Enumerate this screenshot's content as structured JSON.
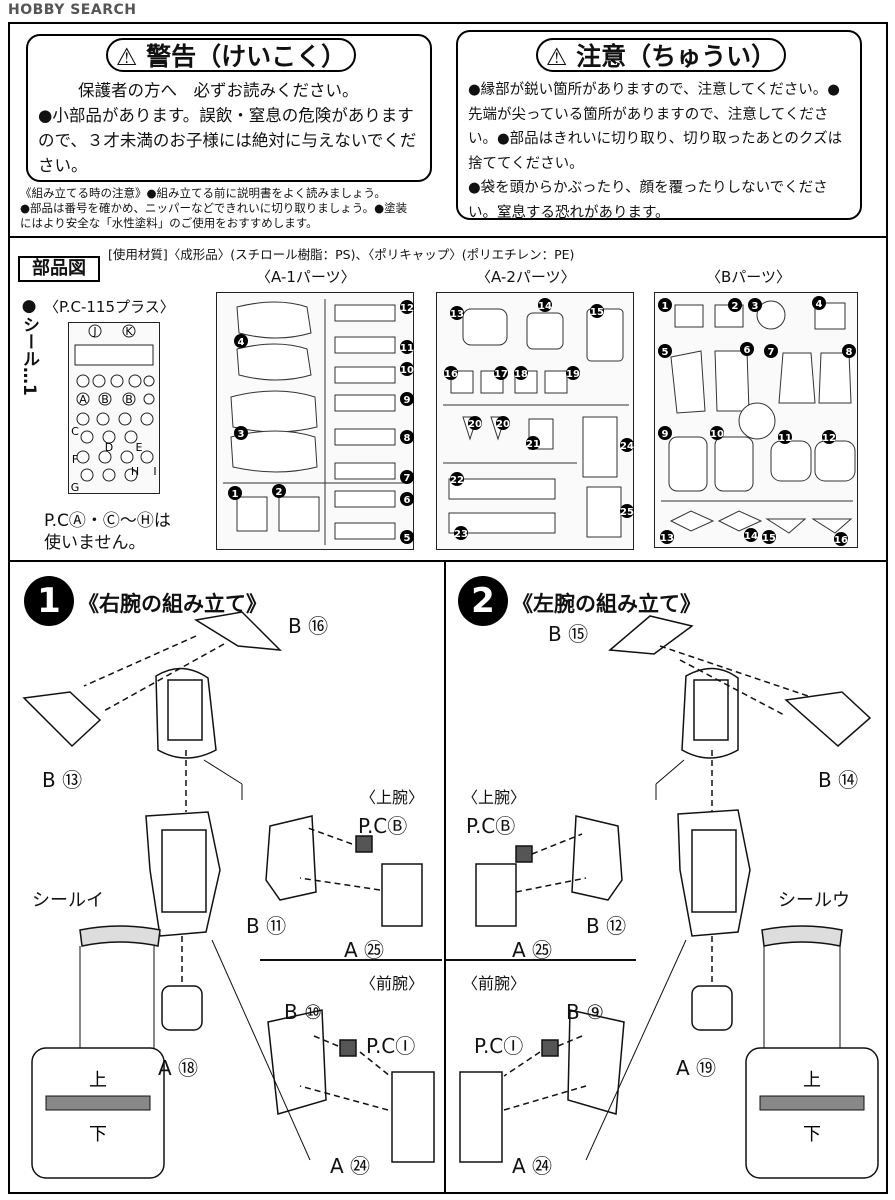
{
  "watermark": "HOBBY SEARCH",
  "warning": {
    "title": "警告（けいこく）",
    "line1": "保護者の方へ　必ずお読みください。",
    "line2": "●小部品があります。誤飲・窒息の危険がありますので、３才未満のお子様には絶対に与えないでください。"
  },
  "caution": {
    "title": "注意（ちゅうい）",
    "line1": "●縁部が鋭い箇所がありますので、注意してください。●先端が尖っている箇所がありますので、注意してください。●部品はきれいに切り取り、切り取ったあとのクズは捨ててください。",
    "line2": "●袋を頭からかぶったり、顔を覆ったりしないでください。窒息する恐れがあります。"
  },
  "assembly_notes": {
    "line1": "《組み立てる時の注意》●組み立てる前に説明書をよく読みましょう。",
    "line2": "●部品は番号を確かめ、ニッパーなどできれいに切り取りましょう。●塗装",
    "line3": "にはより安全な「水性塗料」のご使用をおすすめします。"
  },
  "parts": {
    "header": "部品図",
    "materials": "[使用材質]〈成形品〉(スチロール樹脂：PS)、〈ポリキャップ〉(ポリエチレン：PE)",
    "seal_label": "●シール…1",
    "pc_label": "〈P.C-115プラス〉",
    "pc_note_1": "P.CⒶ・Ⓒ〜Ⓗは",
    "pc_note_2": "使いません。",
    "a1_label": "〈A-1パーツ〉",
    "a2_label": "〈A-2パーツ〉",
    "b_label": "〈Bパーツ〉",
    "pc_letters": [
      "J",
      "K",
      "A",
      "B",
      "B",
      "C",
      "D",
      "E",
      "F",
      "H",
      "I",
      "G"
    ],
    "a1_numbers": [
      "12",
      "4",
      "11",
      "10",
      "3",
      "9",
      "8",
      "7",
      "1",
      "2",
      "6",
      "5"
    ],
    "a2_numbers": [
      "13",
      "14",
      "15",
      "16",
      "17",
      "18",
      "19",
      "20",
      "20",
      "21",
      "24",
      "22",
      "25",
      "23"
    ],
    "b_numbers": [
      "1",
      "2",
      "3",
      "4",
      "5",
      "6",
      "7",
      "8",
      "9",
      "10",
      "11",
      "12",
      "13",
      "14",
      "15",
      "16"
    ]
  },
  "step1": {
    "number": "1",
    "title": "《右腕の組み立て》",
    "b16": "B ⑯",
    "b13": "B ⑬",
    "seal": "シールイ",
    "a18": "A ⑱",
    "upper_arm": "〈上腕〉",
    "pcb": "P.CⒷ",
    "b11": "B ⑪",
    "a25": "A ㉕",
    "forearm": "〈前腕〉",
    "b10": "B ⑩",
    "pci": "P.CⒾ",
    "a24": "A ㉔",
    "top": "上",
    "bottom": "下"
  },
  "step2": {
    "number": "2",
    "title": "《左腕の組み立て》",
    "b15": "B ⑮",
    "b14": "B ⑭",
    "seal": "シールウ",
    "a19": "A ⑲",
    "upper_arm": "〈上腕〉",
    "pcb": "P.CⒷ",
    "b12": "B ⑫",
    "a25": "A ㉕",
    "forearm": "〈前腕〉",
    "b9": "B ⑨",
    "pci": "P.CⒾ",
    "a24": "A ㉔",
    "top": "上",
    "bottom": "下"
  }
}
